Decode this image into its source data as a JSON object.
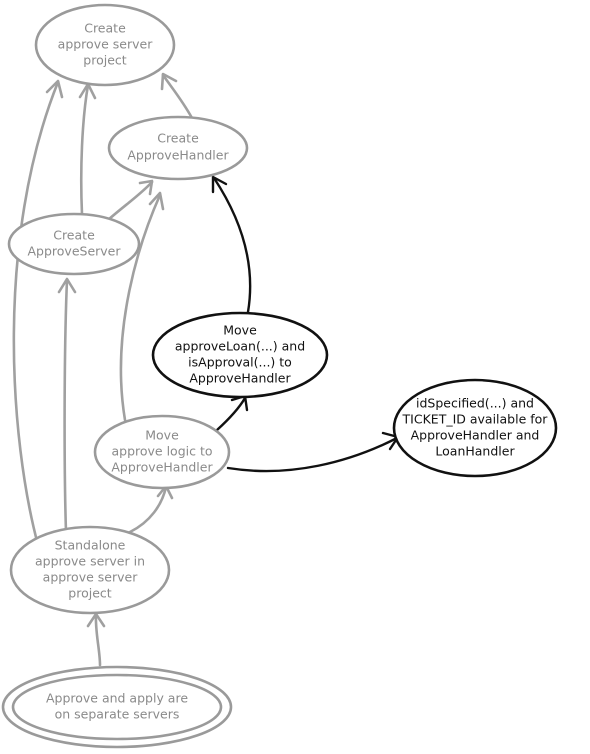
{
  "nodes": {
    "create_project": {
      "lines": [
        "Create",
        "approve server",
        "project"
      ]
    },
    "create_handler": {
      "lines": [
        "Create",
        "ApproveHandler"
      ]
    },
    "create_server": {
      "lines": [
        "Create",
        "ApproveServer"
      ]
    },
    "move_loan": {
      "lines": [
        "Move",
        "approveLoan(...) and",
        "isApproval(...) to",
        "ApproveHandler"
      ]
    },
    "id_specified": {
      "lines": [
        "idSpecified(...) and",
        "TICKET_ID available for",
        "ApproveHandler and",
        "LoanHandler"
      ]
    },
    "move_logic": {
      "lines": [
        "Move",
        "approve logic to",
        "ApproveHandler"
      ]
    },
    "standalone": {
      "lines": [
        "Standalone",
        "approve server in",
        "approve server",
        "project"
      ]
    },
    "separate_servers": {
      "lines": [
        "Approve and apply are",
        "on separate servers"
      ]
    }
  },
  "colors": {
    "completed": "#9a9a9a",
    "pending": "#111111"
  }
}
